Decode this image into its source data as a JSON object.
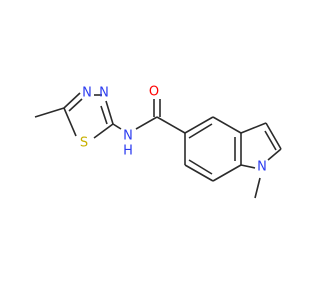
{
  "molecule": {
    "atoms": {
      "n_thiadiazole_upper": {
        "symbol": "N",
        "color": "#2c3cf0"
      },
      "n_thiadiazole_right": {
        "symbol": "N",
        "color": "#2c3cf0"
      },
      "s_thiadiazole": {
        "symbol": "S",
        "color": "#c8b000"
      },
      "n_amide": {
        "symbol": "N",
        "color": "#2c3cf0"
      },
      "h_amide": {
        "symbol": "H",
        "color": "#2c3cf0"
      },
      "o_carbonyl": {
        "symbol": "O",
        "color": "#ff0000"
      },
      "n_indole": {
        "symbol": "N",
        "color": "#2c3cf0"
      }
    },
    "bond_colors": {
      "carbon": "#2b2b2b",
      "nitrogen": "#2c3cf0",
      "oxygen": "#ff0000",
      "sulfur": "#c8b000"
    }
  }
}
